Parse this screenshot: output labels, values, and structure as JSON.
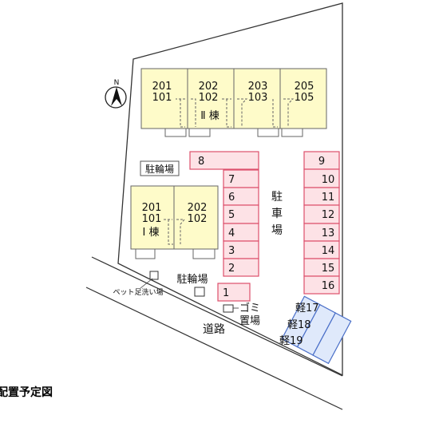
{
  "title": "配置予定図",
  "building_II": {
    "label": "Ⅱ 棟",
    "units": [
      {
        "upper": "201",
        "lower": "101"
      },
      {
        "upper": "202",
        "lower": "102"
      },
      {
        "upper": "203",
        "lower": "103"
      },
      {
        "upper": "205",
        "lower": "105"
      }
    ]
  },
  "building_I": {
    "label": "Ⅰ 棟",
    "units": [
      {
        "upper": "201",
        "lower": "101"
      },
      {
        "upper": "202",
        "lower": "102"
      }
    ]
  },
  "bicycle_parking_top": "駐輪場",
  "bicycle_parking_bottom": "駐輪場",
  "parking_label": [
    "駐",
    "車",
    "場"
  ],
  "parking_left": [
    "8",
    "7",
    "6",
    "5",
    "4",
    "3",
    "2",
    "1"
  ],
  "parking_right": [
    "9",
    "10",
    "11",
    "12",
    "13",
    "14",
    "15",
    "16"
  ],
  "light_parking": [
    "軽17",
    "軽18",
    "軽19"
  ],
  "garbage": [
    "ゴミ",
    "置場"
  ],
  "pet_wash": "ペット足洗い場",
  "road": "道路",
  "north": "N",
  "colors": {
    "building_fill": "#fefbc9",
    "parking_fill": "#fde2e6",
    "parking_stroke": "#dd4f6c",
    "light_fill": "#dfe9fb",
    "light_stroke": "#4a6fc8"
  }
}
